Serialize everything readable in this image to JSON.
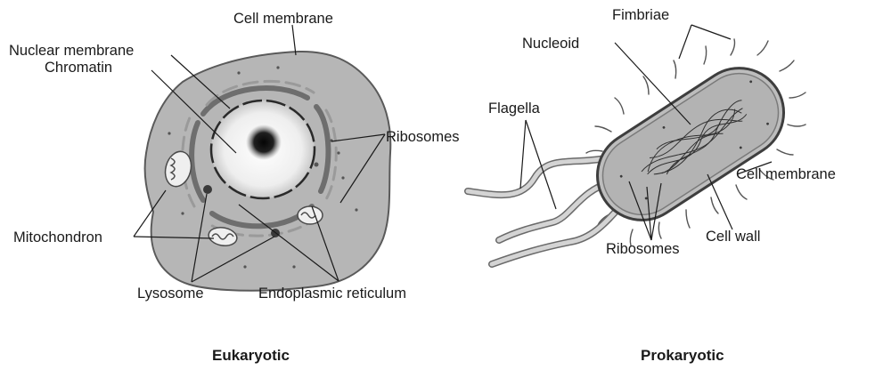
{
  "eukaryotic": {
    "title": "Eukaryotic",
    "labels": {
      "cell_membrane": "Cell membrane",
      "nuclear_membrane": "Nuclear membrane",
      "chromatin": "Chromatin",
      "ribosomes": "Ribosomes",
      "mitochondron": "Mitochondron",
      "lysosome": "Lysosome",
      "endoplasmic_reticulum": "Endoplasmic reticulum"
    }
  },
  "prokaryotic": {
    "title": "Prokaryotic",
    "labels": {
      "fimbriae": "Fimbriae",
      "nucleoid": "Nucleoid",
      "flagella": "Flagella",
      "cell_membrane": "Cell membrane",
      "cell_wall": "Cell wall",
      "ribosomes": "Ribosomes"
    }
  },
  "colors": {
    "cytoplasm": "#b4b4b4",
    "outline": "#5a5a5a",
    "nucleus": "#ececec",
    "leader_line": "#1a1a1a"
  }
}
